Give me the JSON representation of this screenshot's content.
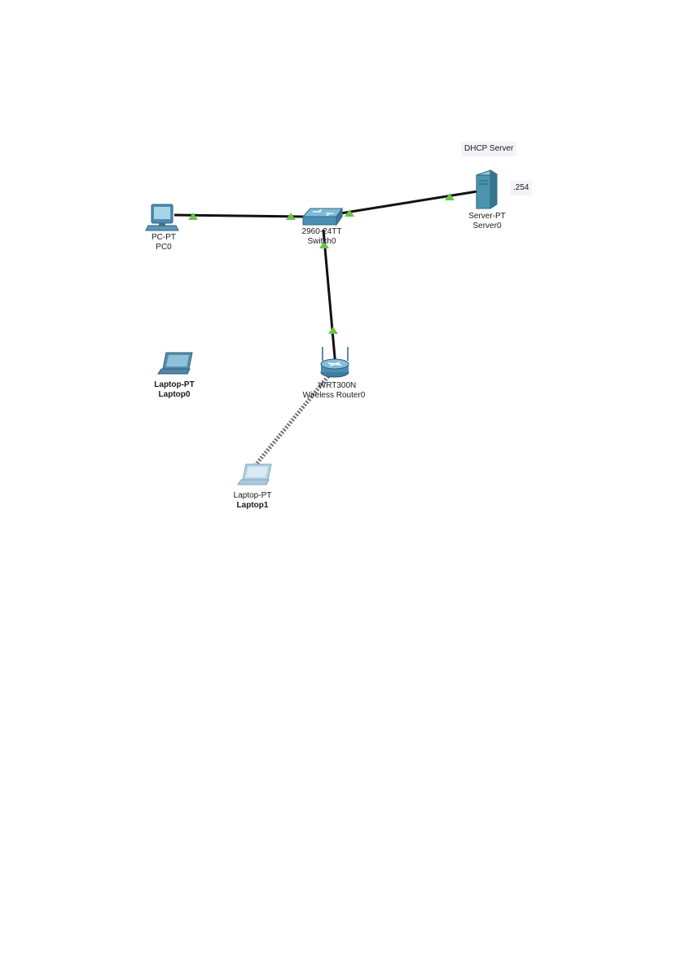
{
  "notes": {
    "dhcp_server": "DHCP Server",
    "server_suffix": ".254"
  },
  "devices": {
    "pc0": {
      "model": "PC-PT",
      "name": "PC0"
    },
    "switch0": {
      "model": "2960-24TT",
      "name": "Switch0"
    },
    "server0": {
      "model": "Server-PT",
      "name": "Server0"
    },
    "router0": {
      "model": "WRT300N",
      "name": "Wireless Router0"
    },
    "laptop0": {
      "model": "Laptop-PT",
      "name": "Laptop0"
    },
    "laptop1": {
      "model": "Laptop-PT",
      "name": "Laptop1"
    }
  },
  "colors": {
    "link": "#111111",
    "link_up": "#6cc24a",
    "switch": "#4b8fb3",
    "server": "#4c93ad",
    "laptop": "#5a8fae",
    "laptop_faded": "#9fc3d8",
    "wireless": "#777777"
  },
  "icons": {
    "pc0": "desktop-pc-icon",
    "switch0": "switch-icon",
    "server0": "server-tower-icon",
    "router0": "wireless-router-icon",
    "laptop0": "laptop-icon",
    "laptop1": "laptop-icon"
  }
}
